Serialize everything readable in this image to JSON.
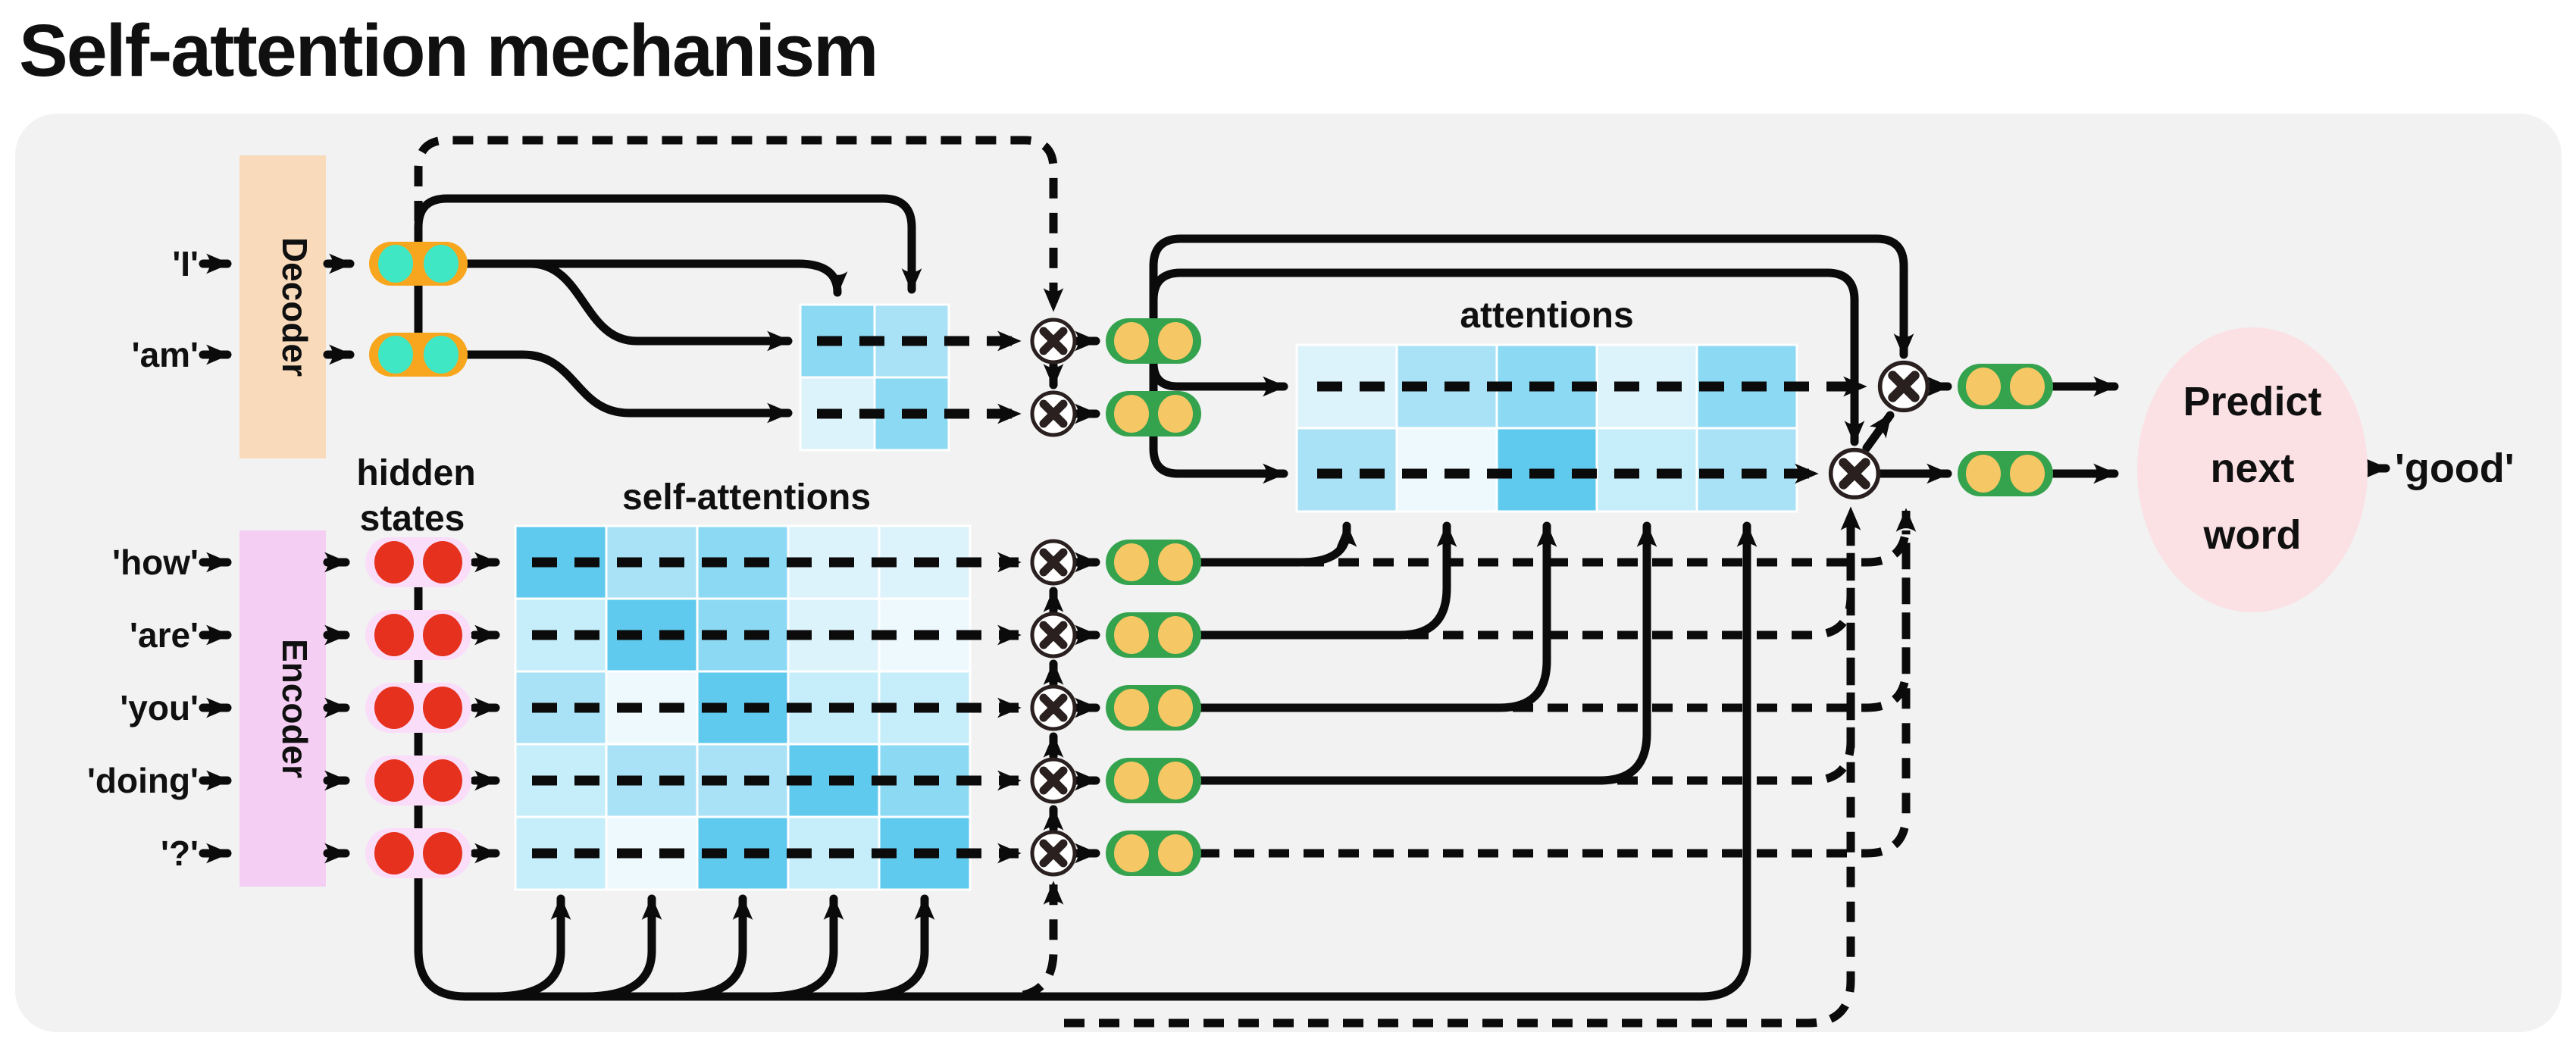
{
  "title": {
    "text": "Self-attention mechanism"
  },
  "decoder": {
    "label": "Decoder",
    "inputs": [
      "'I'",
      "'am'"
    ]
  },
  "encoder": {
    "label": "Encoder",
    "inputs": [
      "'how'",
      "'are'",
      "'you'",
      "'doing'",
      "'?'"
    ]
  },
  "labels": {
    "hidden": "hidden",
    "states": "states",
    "self_attentions": "self-attentions",
    "attentions": "attentions"
  },
  "predict": {
    "lines": [
      "Predict",
      "next",
      "word"
    ],
    "output": "'good'"
  },
  "colors": {
    "panel": "#F2F2F3",
    "ink": "#101010",
    "peach": "#F9DBBC",
    "pink_block": "#F5CEF4",
    "pink_pill": "#FADDF9",
    "red_state": "#E6311E",
    "orange_pill": "#F7A61D",
    "teal_state": "#3FE7C4",
    "green_pill": "#35A24D",
    "yellow_state": "#F6C765",
    "predict_ellipse": "#FBE0E4",
    "ox_stroke": "#2A2020"
  },
  "matrices": {
    "decoder_self": [
      [
        "#8CD9F3",
        "#A9E2F6"
      ],
      [
        "#DCF3FB",
        "#8CD9F3"
      ]
    ],
    "encoder_self": [
      [
        "#5FC9EE",
        "#A9E2F6",
        "#8CD9F3",
        "#DCF3FB",
        "#DCF3FB"
      ],
      [
        "#C6EDFA",
        "#5FC9EE",
        "#8CD9F3",
        "#DCF3FB",
        "#EEF9FE"
      ],
      [
        "#A9E2F6",
        "#EEF9FE",
        "#5FC9EE",
        "#C6EDFA",
        "#C6EDFA"
      ],
      [
        "#C6EDFA",
        "#A9E2F6",
        "#A9E2F6",
        "#5FC9EE",
        "#8CD9F3"
      ],
      [
        "#C6EDFA",
        "#EEF9FE",
        "#5FC9EE",
        "#C6EDFA",
        "#5FC9EE"
      ]
    ],
    "attentions": [
      [
        "#DCF3FB",
        "#A9E2F6",
        "#8CD9F3",
        "#DCF3FB",
        "#8CD9F3"
      ],
      [
        "#A9E2F6",
        "#EEF9FE",
        "#5FC9EE",
        "#C6EDFA",
        "#A9E2F6"
      ]
    ]
  }
}
